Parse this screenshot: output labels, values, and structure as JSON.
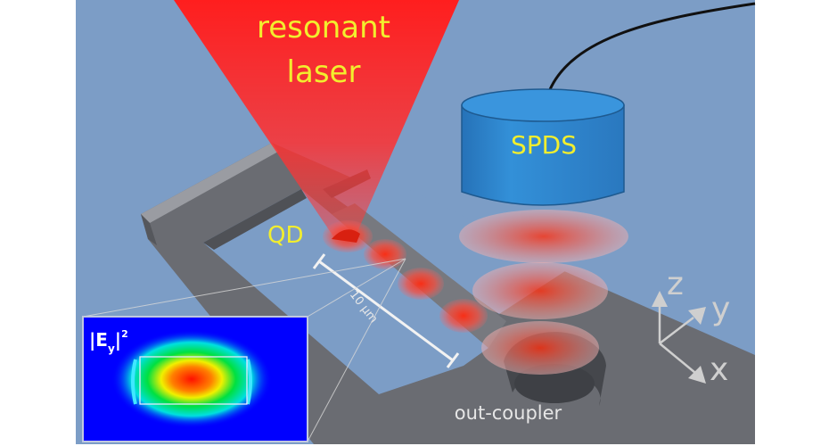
{
  "laser_label": {
    "line1": "resonant",
    "line2": "laser"
  },
  "detector_label": "SPDS",
  "qd_label": "QD",
  "scale_bar_label": "10 μm",
  "outcoupler_label": "out-coupler",
  "axes": {
    "z": "z",
    "y": "y",
    "x": "x"
  },
  "inset": {
    "title_main": "|E",
    "title_sub": "y",
    "title_tail": "|",
    "title_sup": "2"
  },
  "colors": {
    "background": "#7c9dc6",
    "laser": "#ff2020",
    "label_yellow": "#f2ee2e",
    "detector": "#2f86cf",
    "frame": "#6e7075",
    "inset_bg": "#0000ff"
  }
}
